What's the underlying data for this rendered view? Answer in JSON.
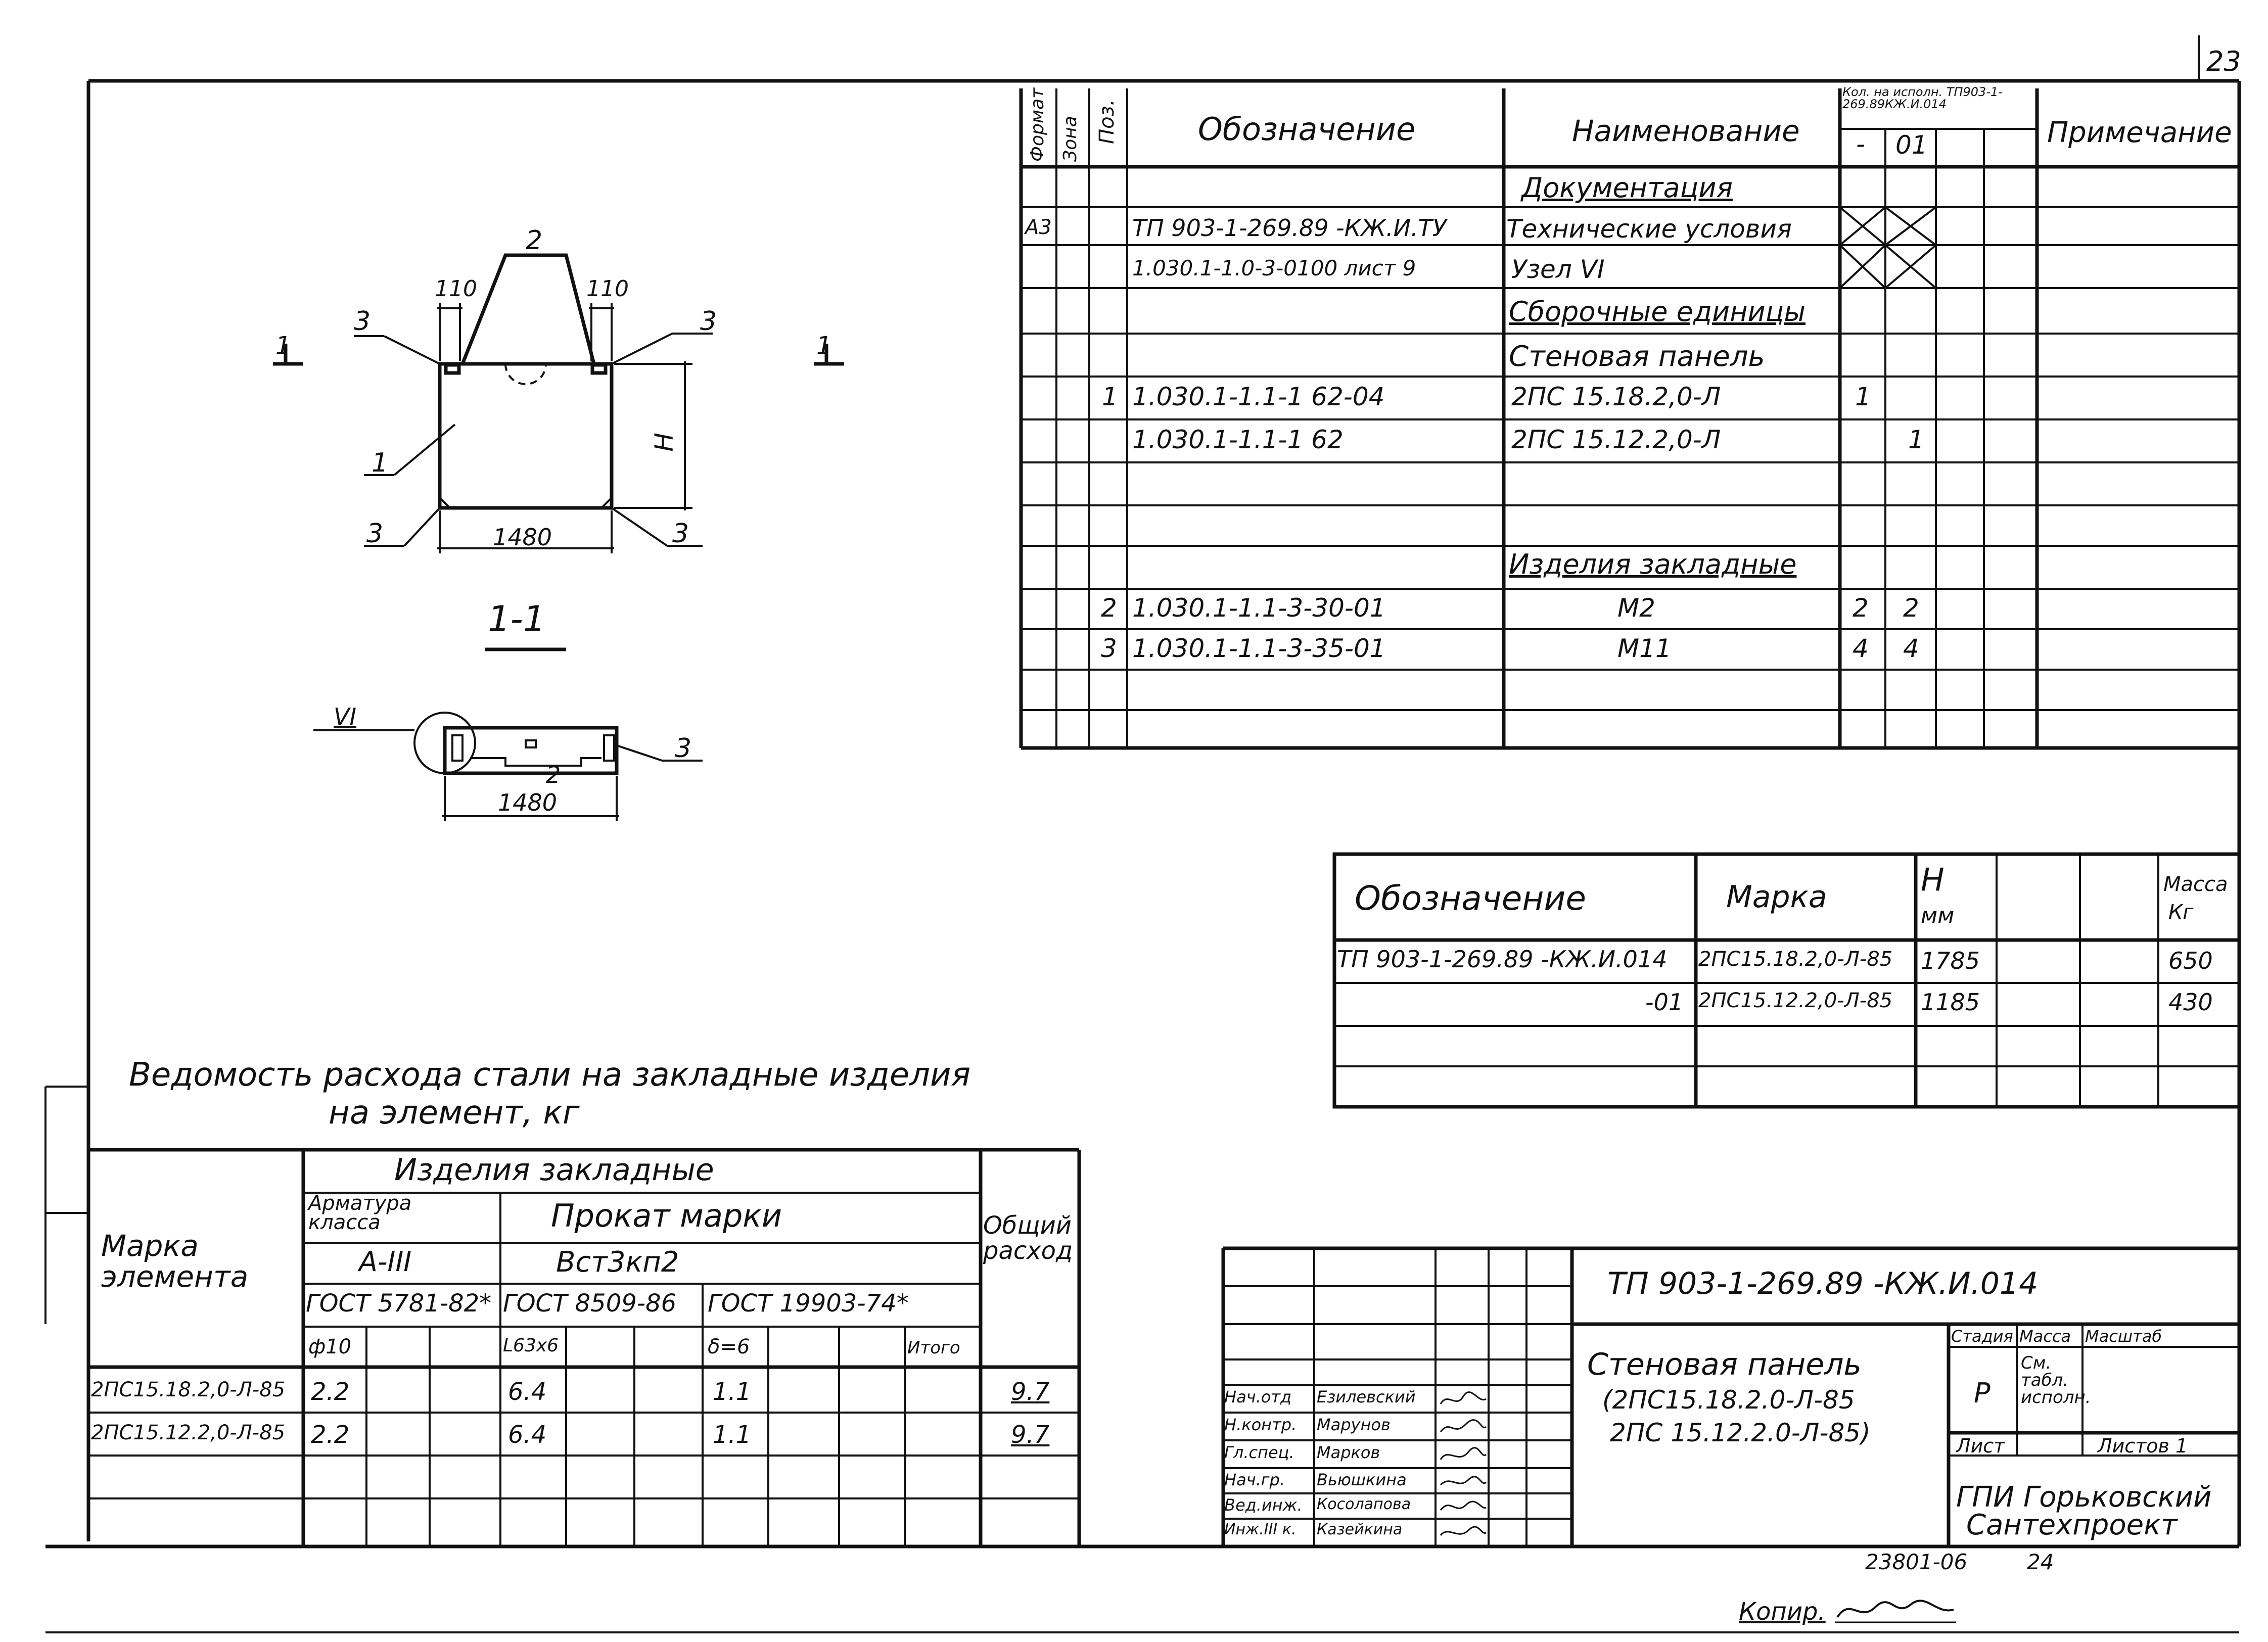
{
  "page_number": "23",
  "spec_table": {
    "headers": {
      "format": "Формат",
      "zone": "Зона",
      "pos": "Поз.",
      "designation": "Обозначение",
      "name": "Наименование",
      "qty_title": "Кол. на исполн. ТП903-1-269.89КЖ.И.014",
      "qty_col1": "-",
      "qty_col2": "01",
      "note": "Примечание"
    },
    "rows": [
      {
        "format": "",
        "pos": "",
        "designation": "",
        "name": "Документация",
        "q1": "",
        "q2": "",
        "section": true
      },
      {
        "format": "А3",
        "pos": "",
        "designation": "ТП 903-1-269.89 -КЖ.И.ТУ",
        "name": "Технические условия",
        "q1": "",
        "q2": ""
      },
      {
        "format": "",
        "pos": "",
        "designation": "1.030.1-1.0-3-0100 лист 9",
        "name": "Узел VI",
        "q1": "",
        "q2": ""
      },
      {
        "format": "",
        "pos": "",
        "designation": "",
        "name": "Сборочные единицы",
        "q1": "",
        "q2": "",
        "section": true
      },
      {
        "format": "",
        "pos": "",
        "designation": "",
        "name": "Стеновая панель",
        "q1": "",
        "q2": ""
      },
      {
        "format": "",
        "pos": "1",
        "designation": "1.030.1-1.1-1 62-04",
        "name": "2ПС 15.18.2,0-Л",
        "q1": "1",
        "q2": ""
      },
      {
        "format": "",
        "pos": "",
        "designation": "1.030.1-1.1-1 62",
        "name": "2ПС 15.12.2,0-Л",
        "q1": "",
        "q2": "1"
      },
      {
        "format": "",
        "pos": "",
        "designation": "",
        "name": "",
        "q1": "",
        "q2": ""
      },
      {
        "format": "",
        "pos": "",
        "designation": "",
        "name": "Изделия закладные",
        "q1": "",
        "q2": "",
        "section": true
      },
      {
        "format": "",
        "pos": "2",
        "designation": "1.030.1-1.1-3-30-01",
        "name": "М2",
        "q1": "2",
        "q2": "2"
      },
      {
        "format": "",
        "pos": "3",
        "designation": "1.030.1-1.1-3-35-01",
        "name": "М11",
        "q1": "4",
        "q2": "4"
      },
      {
        "format": "",
        "pos": "",
        "designation": "",
        "name": "",
        "q1": "",
        "q2": ""
      }
    ]
  },
  "marks_table": {
    "headers": {
      "designation": "Обозначение",
      "mark": "Марка",
      "h": "H",
      "h_unit": "мм",
      "mass": "Масса",
      "mass_unit": "Кг"
    },
    "rows": [
      {
        "designation": "ТП 903-1-269.89 -КЖ.И.014",
        "mark": "2ПС15.18.2,0-Л-85",
        "h": "1785",
        "mass": "650"
      },
      {
        "designation": "-01",
        "mark": "2ПС15.12.2,0-Л-85",
        "h": "1185",
        "mass": "430"
      }
    ]
  },
  "drawing": {
    "section_label": "1-1",
    "mark_left": "1",
    "mark_right": "1",
    "dim_110_left": "110",
    "dim_110_right": "110",
    "dim_width": "1480",
    "dim_width_2": "1480",
    "dim_h": "H",
    "callout_2": "2",
    "callout_2b": "2",
    "callout_1": "1",
    "callout_3": "3",
    "node_label": "VI"
  },
  "steel": {
    "title_line1": "Ведомость расхода стали на закладные изделия",
    "title_line2": "на элемент, кг",
    "h_mark": "Марка элемента",
    "h_products": "Изделия закладные",
    "h_rebar": "Арматура класса",
    "h_rebar_class": "А-III",
    "h_rolled": "Прокат марки",
    "h_rolled_grade": "Вст3кп2",
    "h_total": "Общий расход",
    "gost1": "ГОСТ 5781-82*",
    "gost2": "ГОСТ 8509-86",
    "gost3": "ГОСТ 19903-74*",
    "sub1": "ф10",
    "sub2": "L63x6",
    "sub3": "δ=6",
    "sub4": "Итого",
    "rows": [
      {
        "mark": "2ПС15.18.2,0-Л-85",
        "a": "2.2",
        "b": "6.4",
        "c": "1.1",
        "total": "9.7"
      },
      {
        "mark": "2ПС15.12.2,0-Л-85",
        "a": "2.2",
        "b": "6.4",
        "c": "1.1",
        "total": "9.7"
      }
    ]
  },
  "stamp": {
    "code": "ТП 903-1-269.89 -КЖ.И.014",
    "title1": "Стеновая панель",
    "title2": "(2ПС15.18.2.0-Л-85",
    "title3": "2ПС 15.12.2.0-Л-85)",
    "stage_label": "Стадия",
    "mass_label": "Масса",
    "scale_label": "Масштаб",
    "stage": "Р",
    "mass_note": "См. табл. исполн.",
    "sheet_label": "Лист",
    "sheets_label": "Листов 1",
    "org1": "ГПИ Горьковский",
    "org2": "Сантехпроект",
    "people": [
      {
        "role": "Нач.отд",
        "name": "Езилевский"
      },
      {
        "role": "Н.контр.",
        "name": "Марунов"
      },
      {
        "role": "Гл.спец.",
        "name": "Марков"
      },
      {
        "role": "Нач.гр.",
        "name": "Вьюшкина"
      },
      {
        "role": "Вед.инж.",
        "name": "Косолапова"
      },
      {
        "role": "Инж.III к.",
        "name": "Казейкина"
      }
    ]
  },
  "bottom": {
    "number": "23801-06",
    "number2": "24",
    "copy": "Копир."
  }
}
